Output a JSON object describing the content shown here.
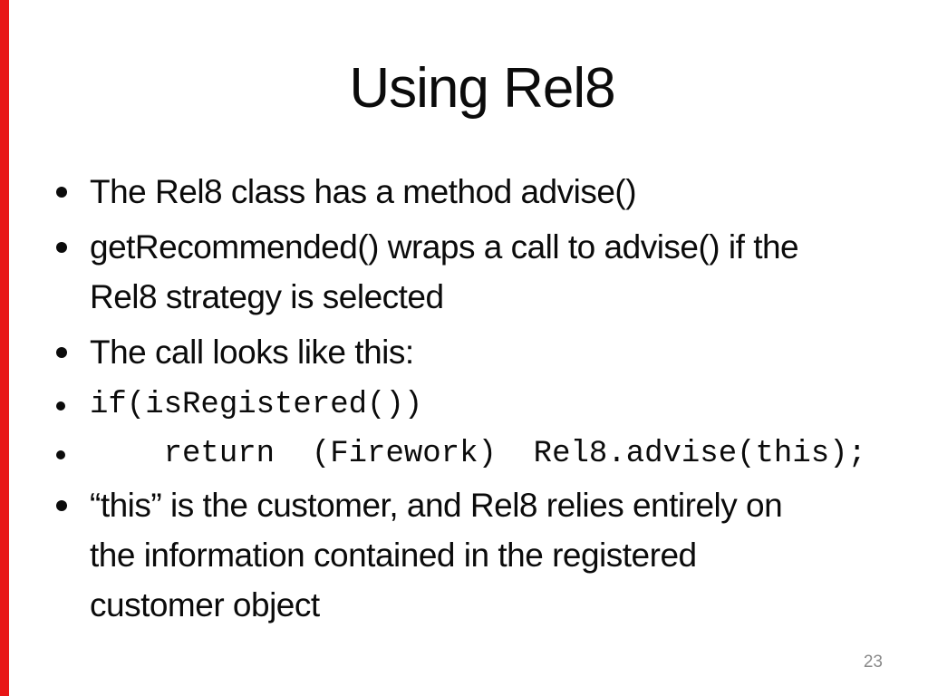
{
  "slide": {
    "title": "Using Rel8",
    "page_number": "23",
    "bullet_glyph": "•",
    "colors": {
      "background": "#ffffff",
      "text": "#0b0b0b",
      "page_number": "#8a8a8a",
      "left_edge_bar": "#e81717"
    },
    "bullets": [
      {
        "type": "text",
        "lines": [
          "The Rel8 class has a method advise()"
        ]
      },
      {
        "type": "text",
        "lines": [
          "getRecommended() wraps a call to advise() if the",
          "Rel8 strategy is selected"
        ]
      },
      {
        "type": "text",
        "lines": [
          "The call looks like this:"
        ]
      },
      {
        "type": "code",
        "lines": [
          "if(isRegistered())"
        ]
      },
      {
        "type": "code",
        "lines": [
          "    return  (Firework)  Rel8.advise(this);"
        ]
      },
      {
        "type": "text",
        "lines": [
          "“this” is the customer, and Rel8 relies entirely on",
          "the information contained in the registered",
          "customer object"
        ]
      }
    ]
  }
}
